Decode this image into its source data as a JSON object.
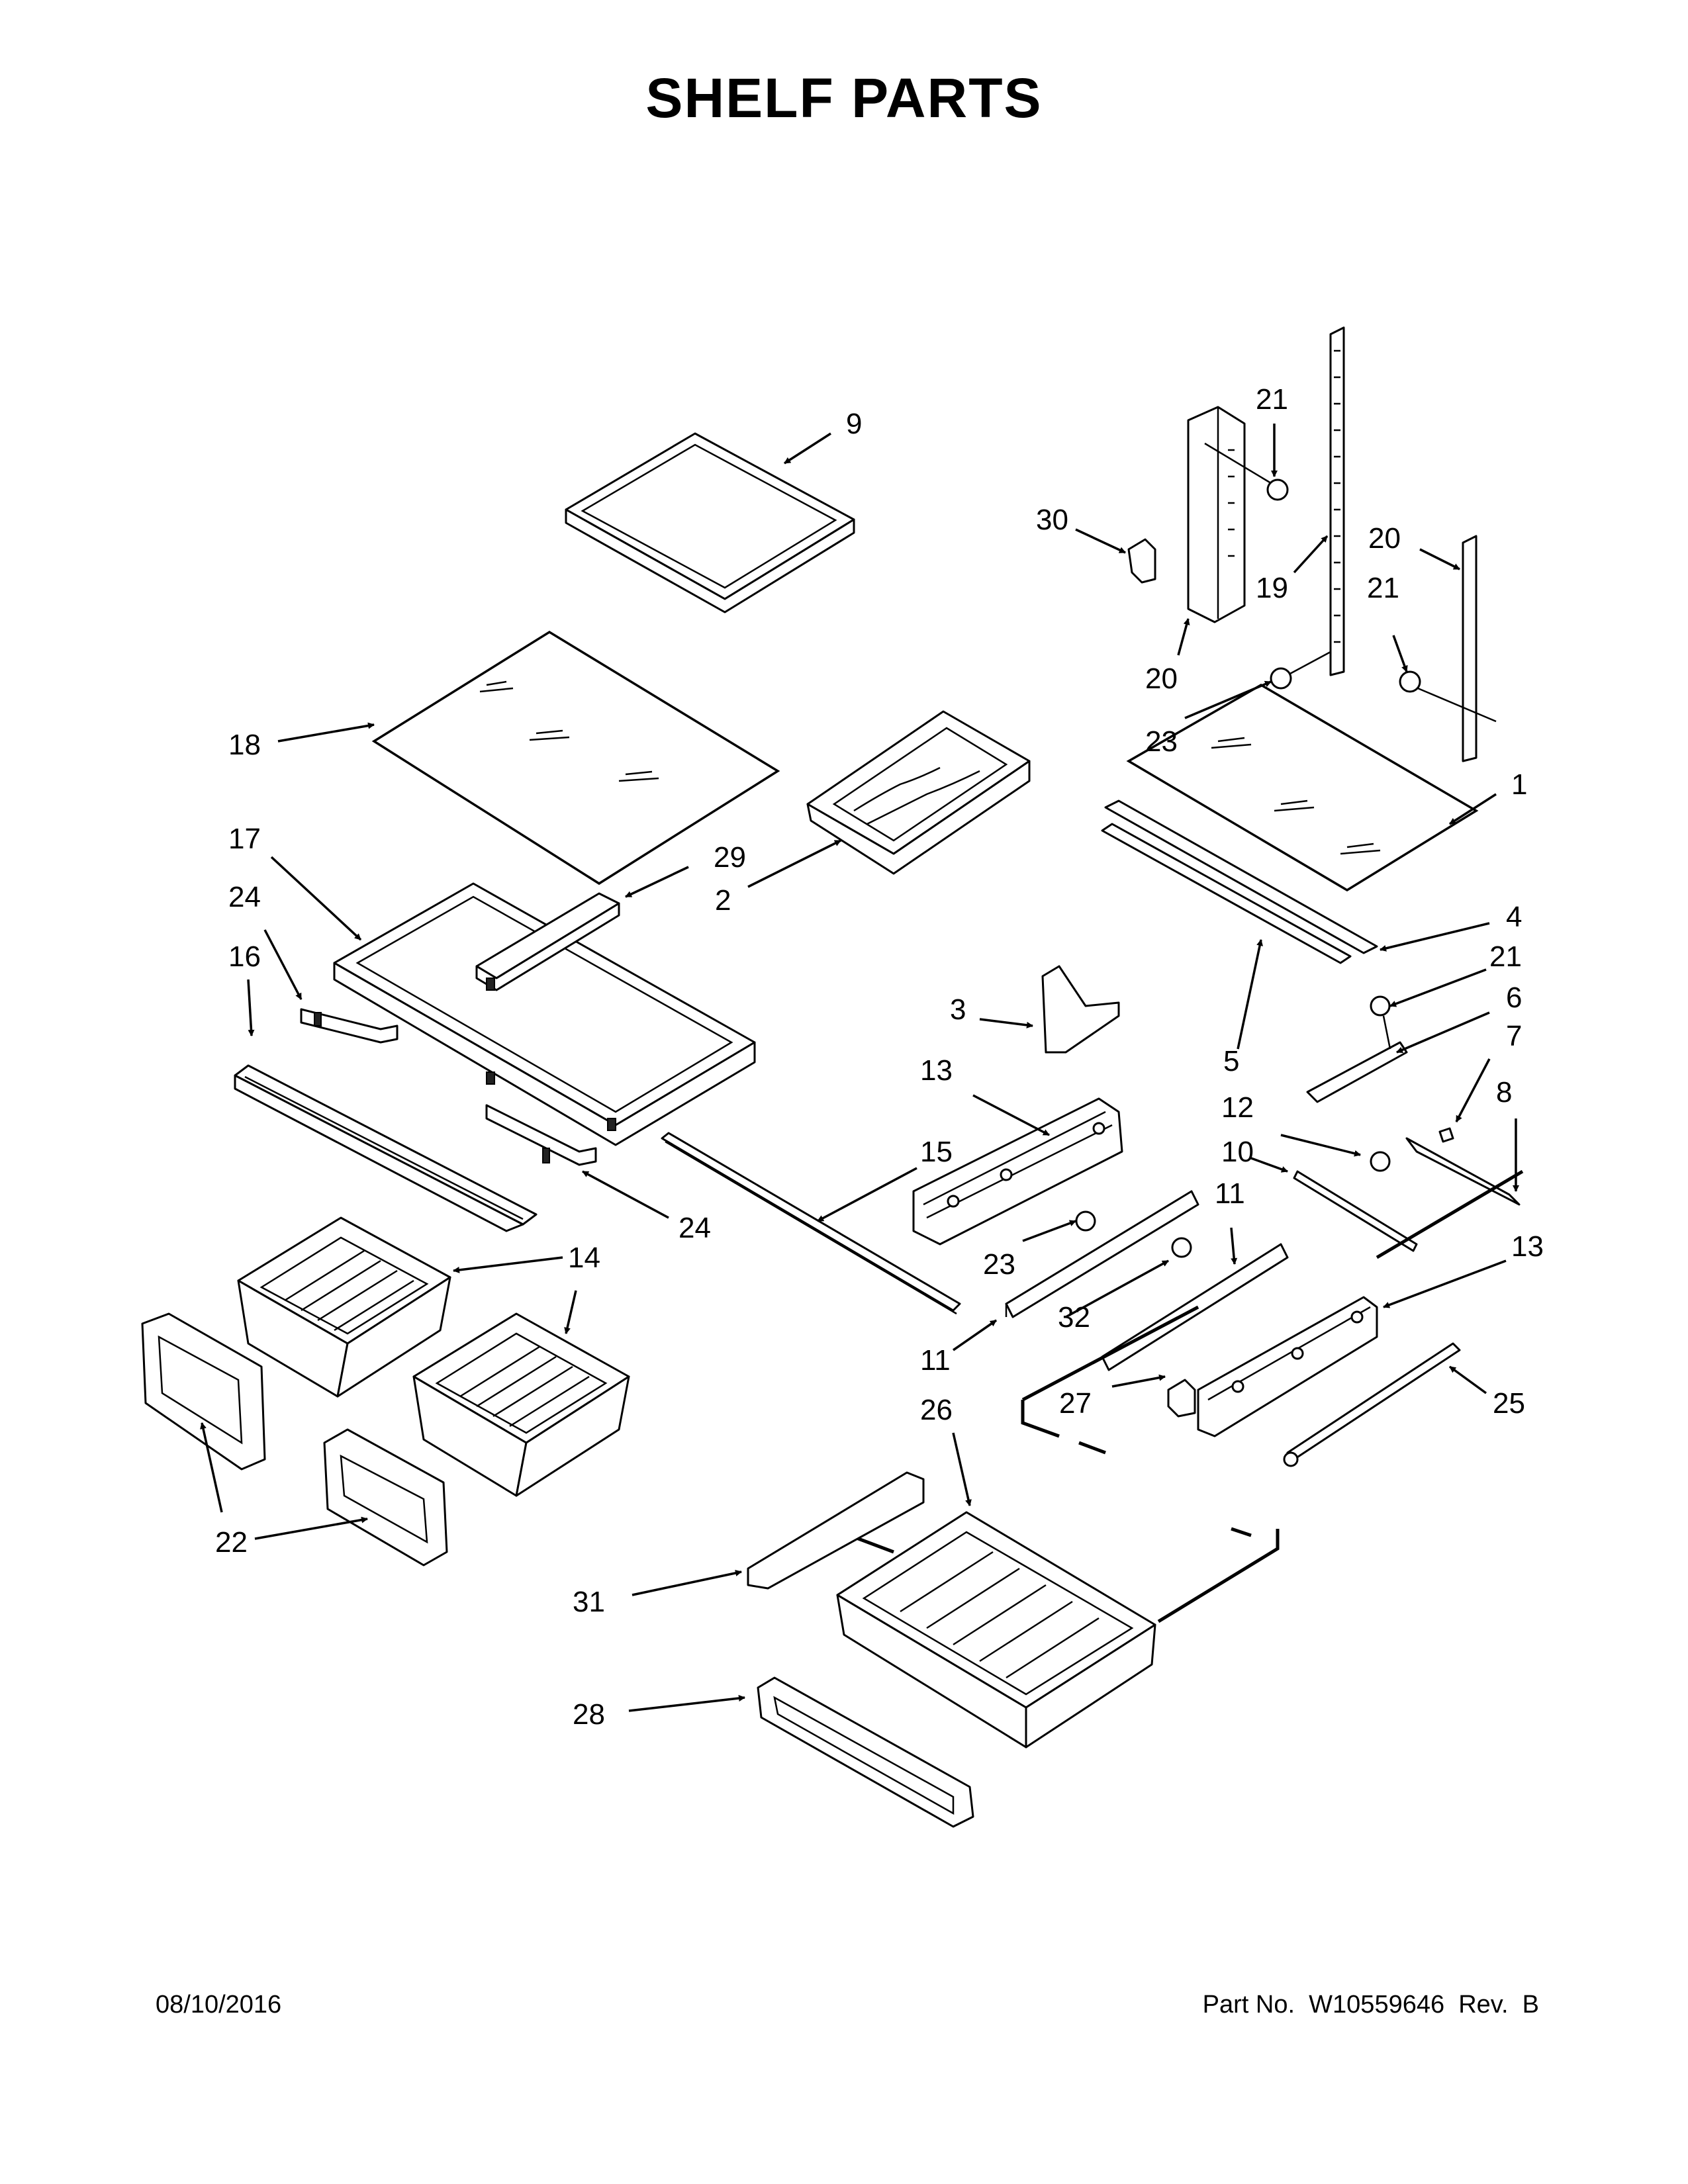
{
  "title": "SHELF PARTS",
  "footer": {
    "date": "08/10/2016",
    "part_number": "Part No.  W10559646  Rev.  B"
  },
  "callouts": [
    {
      "id": "c9",
      "text": "9"
    },
    {
      "id": "c21a",
      "text": "21"
    },
    {
      "id": "c30",
      "text": "30"
    },
    {
      "id": "c20a",
      "text": "20"
    },
    {
      "id": "c21b",
      "text": "21"
    },
    {
      "id": "c19",
      "text": "19"
    },
    {
      "id": "c20b",
      "text": "20"
    },
    {
      "id": "c23a",
      "text": "23"
    },
    {
      "id": "c18",
      "text": "18"
    },
    {
      "id": "c1",
      "text": "1"
    },
    {
      "id": "c17",
      "text": "17"
    },
    {
      "id": "c29",
      "text": "29"
    },
    {
      "id": "c2",
      "text": "2"
    },
    {
      "id": "c24a",
      "text": "24"
    },
    {
      "id": "c4",
      "text": "4"
    },
    {
      "id": "c21c",
      "text": "21"
    },
    {
      "id": "c16",
      "text": "16"
    },
    {
      "id": "c6",
      "text": "6"
    },
    {
      "id": "c3",
      "text": "3"
    },
    {
      "id": "c7",
      "text": "7"
    },
    {
      "id": "c13a",
      "text": "13"
    },
    {
      "id": "c5",
      "text": "5"
    },
    {
      "id": "c15",
      "text": "15"
    },
    {
      "id": "c12",
      "text": "12"
    },
    {
      "id": "c8",
      "text": "8"
    },
    {
      "id": "c10",
      "text": "10"
    },
    {
      "id": "c11a",
      "text": "11"
    },
    {
      "id": "c24b",
      "text": "24"
    },
    {
      "id": "c13b",
      "text": "13"
    },
    {
      "id": "c14",
      "text": "14"
    },
    {
      "id": "c23b",
      "text": "23"
    },
    {
      "id": "c32",
      "text": "32"
    },
    {
      "id": "c11b",
      "text": "11"
    },
    {
      "id": "c26",
      "text": "26"
    },
    {
      "id": "c27",
      "text": "27"
    },
    {
      "id": "c25",
      "text": "25"
    },
    {
      "id": "c22",
      "text": "22"
    },
    {
      "id": "c31",
      "text": "31"
    },
    {
      "id": "c28",
      "text": "28"
    }
  ]
}
